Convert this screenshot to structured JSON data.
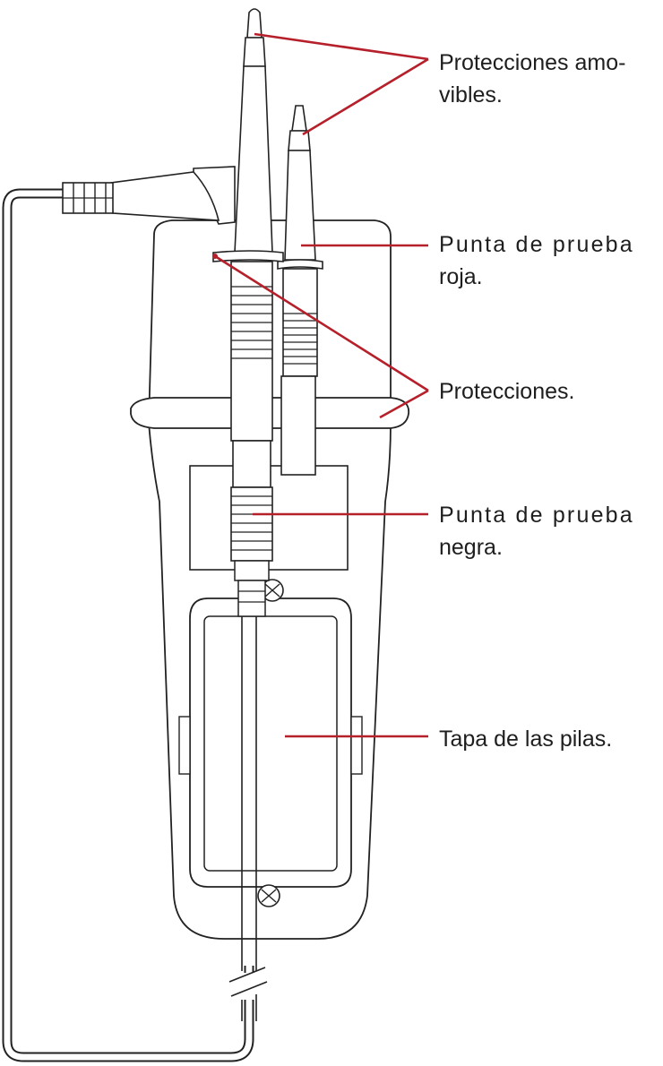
{
  "labels": {
    "removable_protections": {
      "line1": "Protecciones amo-",
      "line2": "vibles."
    },
    "red_probe": {
      "line1": "Punta de prueba",
      "line2": "roja."
    },
    "protections": {
      "line1": "Protecciones."
    },
    "black_probe": {
      "line1": "Punta de prueba",
      "line2": "negra."
    },
    "battery_cover": {
      "line1": "Tapa de las pilas."
    }
  },
  "colors": {
    "leader": "#b5202a",
    "outline": "#222222",
    "fill": "#ffffff",
    "text": "#1e1e1e"
  }
}
